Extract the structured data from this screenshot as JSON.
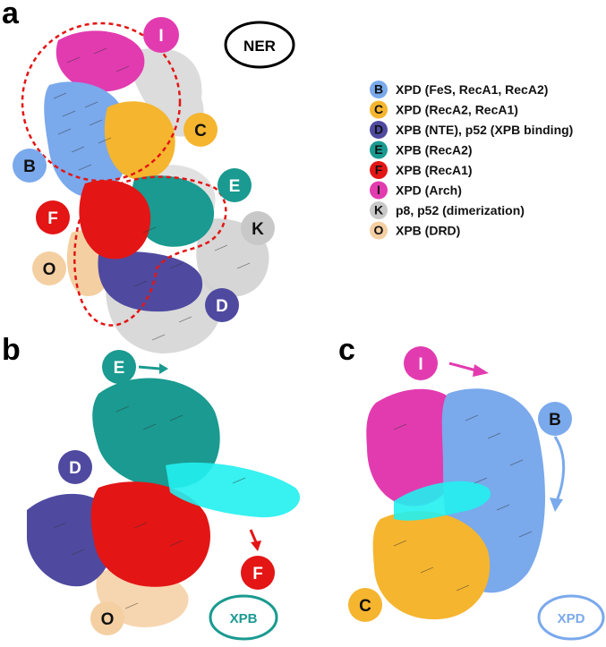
{
  "panels": {
    "a": "a",
    "b": "b",
    "c": "c"
  },
  "colors": {
    "B": "#7aa9ec",
    "C": "#f5b52f",
    "D": "#4f4aa0",
    "E": "#1a9a90",
    "F": "#e31515",
    "I": "#e23bb0",
    "K": "#c8c8c8",
    "O": "#f4cfa2",
    "cyan": "#22f0f0",
    "dashed": "#e31515",
    "grey": "#cfcfcf"
  },
  "ovals": {
    "ner": "NER",
    "xpb": "XPB",
    "xpd": "XPD"
  },
  "badges": {
    "B": "B",
    "C": "C",
    "D": "D",
    "E": "E",
    "F": "F",
    "I": "I",
    "K": "K",
    "O": "O"
  },
  "legend": [
    {
      "key": "B",
      "label": "XPD (FeS, RecA1, RecA2)"
    },
    {
      "key": "C",
      "label": "XPD (RecA2, RecA1)"
    },
    {
      "key": "D",
      "label": "XPB (NTE), p52 (XPB binding)"
    },
    {
      "key": "E",
      "label": "XPB (RecA2)"
    },
    {
      "key": "F",
      "label": "XPB (RecA1)"
    },
    {
      "key": "I",
      "label": "XPD (Arch)"
    },
    {
      "key": "K",
      "label": "p8, p52 (dimerization)"
    },
    {
      "key": "O",
      "label": "XPB (DRD)"
    }
  ]
}
